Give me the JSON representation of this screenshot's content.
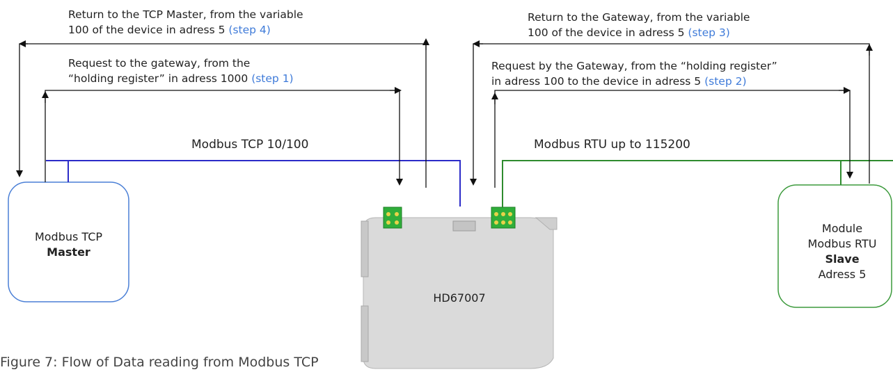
{
  "annotations": {
    "return_master": {
      "line1": "Return to the TCP Master, from the variable",
      "line2": "100 of the device in adress 5",
      "step": "(step 4)"
    },
    "request_gateway": {
      "line1": "Request to the gateway, from the",
      "line2": "“holding register” in adress 1000",
      "step": "(step 1)"
    },
    "return_gateway": {
      "line1": "Return to the Gateway, from the variable",
      "line2": "100 of the device in adress 5",
      "step": "(step 3)"
    },
    "request_by_gateway": {
      "line1": "Request by the Gateway, from the “holding register”",
      "line2": "in adress 100 to the device in adress 5",
      "step": "(step 2)"
    }
  },
  "buses": {
    "tcp": "Modbus TCP 10/100",
    "rtu": "Modbus RTU up to 115200"
  },
  "master": {
    "line1": "Modbus TCP",
    "line2": "Master"
  },
  "gateway": {
    "label": "HD67007"
  },
  "slave": {
    "line1": "Module",
    "line2": "Modbus RTU",
    "line3": "Slave",
    "line4": "Adress 5"
  },
  "caption": "Figure 7: Flow of Data reading from Modbus TCP",
  "colors": {
    "tcp_bus": "#2b2bc8",
    "rtu_bus": "#2e8b2e",
    "master_border": "#4a7fd6",
    "slave_border": "#3c9a3c",
    "step": "#3f7bd9",
    "device_body": "#d9d9d9",
    "terminal": "#2fae3a"
  }
}
